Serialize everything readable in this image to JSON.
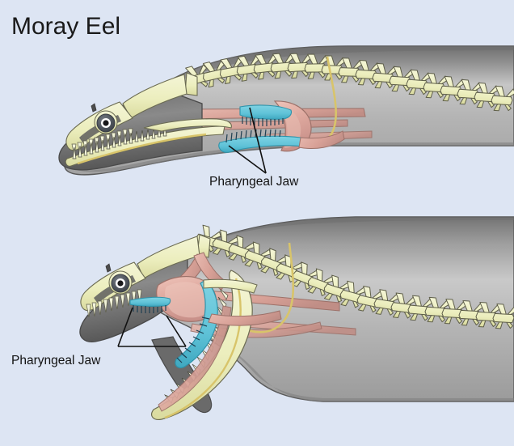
{
  "figure": {
    "title": "Moray Eel",
    "background_color": "#dde5f3",
    "subject": "moray-eel-pharyngeal-jaw-anatomy",
    "panels": [
      {
        "id": "upper",
        "state": "jaws-closed",
        "label": "Pharyngeal Jaw",
        "description": "Moray eel head and body with mouth closed; pharyngeal jaw retracted inside throat"
      },
      {
        "id": "lower",
        "state": "jaws-open",
        "label": "Pharyngeal Jaw",
        "description": "Moray eel head and body with mouth open; pharyngeal jaw protruded forward into oral cavity"
      }
    ]
  },
  "labels": {
    "top": "Pharyngeal Jaw",
    "bottom": "Pharyngeal Jaw"
  },
  "colors": {
    "background": "#dde5f3",
    "body_gray_light": "#c9c9c9",
    "body_gray_mid": "#ababab",
    "body_gray_dark": "#6e6e6e",
    "bone": "#ecedbf",
    "bone_shadow": "#d6d79f",
    "muscle_pink": "#dba79f",
    "muscle_pink_light": "#e8bdb3",
    "pharyngeal_cyan": "#63c6da",
    "pharyngeal_cyan_dark": "#3ba7bf",
    "tendon_yellow": "#d9c463",
    "eye_dark": "#4a4f55",
    "outline": "#3b3b3b",
    "text": "#111111"
  },
  "anatomy": {
    "parts": [
      "skull",
      "upper-jaw-teeth",
      "lower-jaw-teeth",
      "eye",
      "nostril",
      "vertebral-column",
      "neural-spines",
      "pharyngeal-jaw-upper",
      "pharyngeal-jaw-lower",
      "pharyngeal-teeth",
      "levator-muscle",
      "retractor-muscle",
      "hyoid-bar",
      "ceratobranchial"
    ]
  }
}
